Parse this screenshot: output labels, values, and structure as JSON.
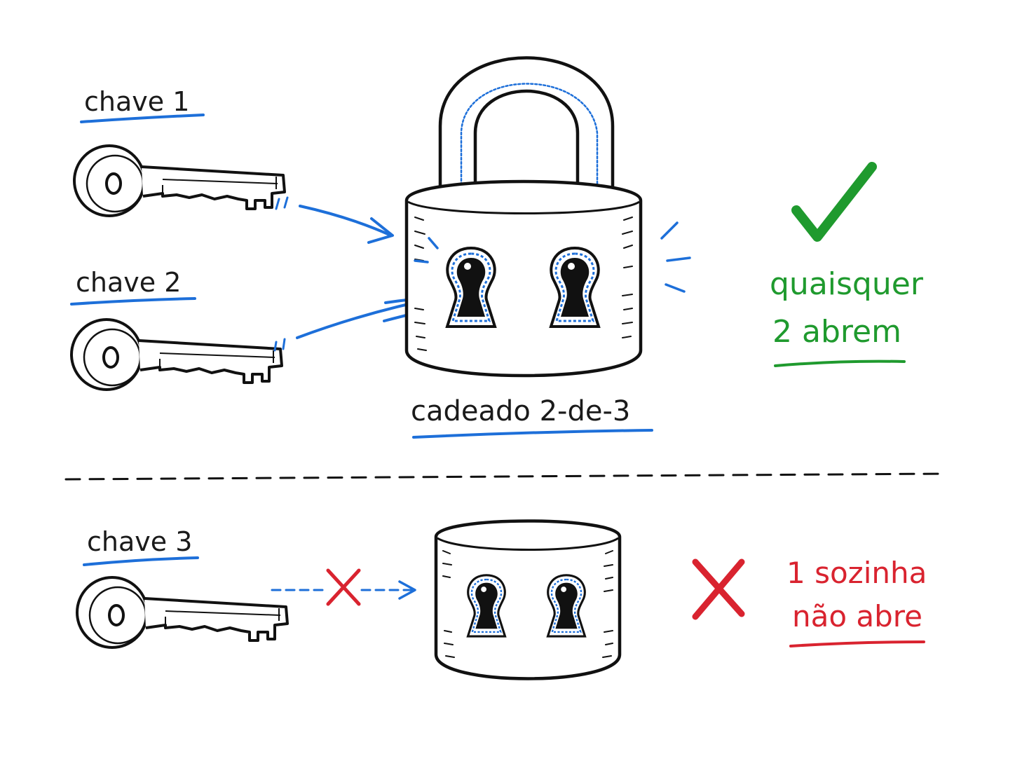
{
  "keys": {
    "key1_label": "chave 1",
    "key2_label": "chave 2",
    "key3_label": "chave 3"
  },
  "lock": {
    "label": "cadeado 2-de-3"
  },
  "outcomes": {
    "success_line1": "quaisquer",
    "success_line2": "2 abrem",
    "failure_line1": "1 sozinha",
    "failure_line2": "não abre"
  },
  "icons": {
    "success": "check-icon",
    "failure": "x-icon",
    "key": "key-icon",
    "lock": "padlock-icon"
  },
  "colors": {
    "ink": "#111111",
    "accent_blue": "#1d6fd9",
    "success_green": "#1f9a2e",
    "failure_red": "#d9232f"
  }
}
